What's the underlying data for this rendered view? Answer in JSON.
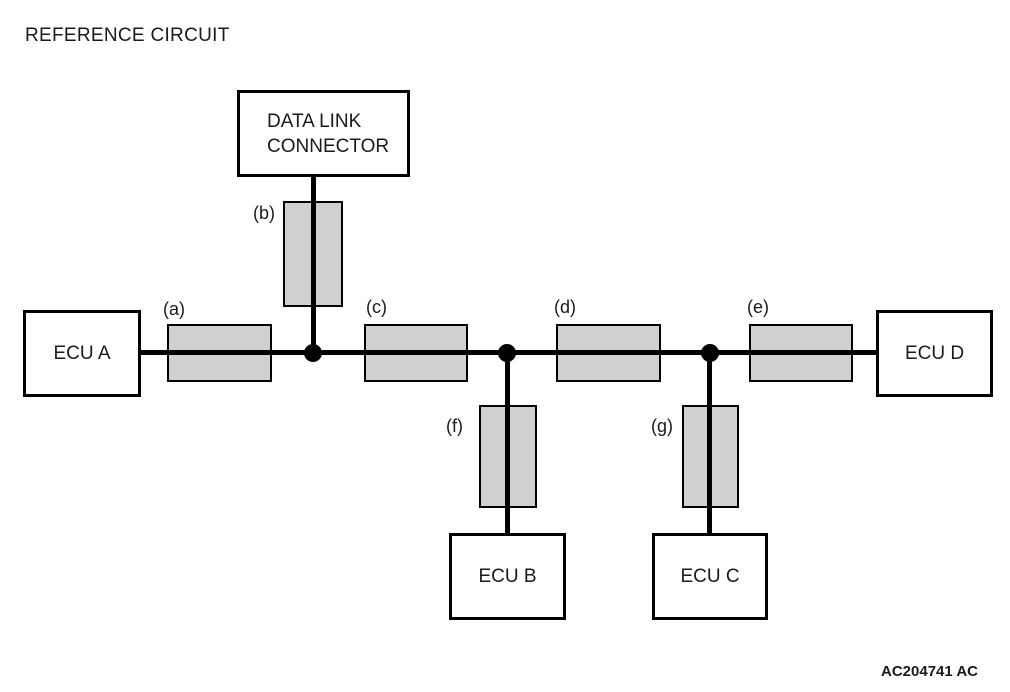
{
  "title": "REFERENCE CIRCUIT",
  "footer_code": "AC204741 AC",
  "colors": {
    "line": "#000000",
    "segment_fill": "#d0d0d0",
    "background": "#ffffff"
  },
  "boxes": {
    "data_link_connector": {
      "label": "DATA LINK\nCONNECTOR"
    },
    "ecu_a": {
      "label": "ECU A"
    },
    "ecu_b": {
      "label": "ECU B"
    },
    "ecu_c": {
      "label": "ECU C"
    },
    "ecu_d": {
      "label": "ECU D"
    }
  },
  "segments": {
    "a": {
      "label": "(a)",
      "orientation": "horizontal"
    },
    "b": {
      "label": "(b)",
      "orientation": "vertical"
    },
    "c": {
      "label": "(c)",
      "orientation": "horizontal"
    },
    "d": {
      "label": "(d)",
      "orientation": "horizontal"
    },
    "e": {
      "label": "(e)",
      "orientation": "horizontal"
    },
    "f": {
      "label": "(f)",
      "orientation": "vertical"
    },
    "g": {
      "label": "(g)",
      "orientation": "vertical"
    }
  },
  "junction_count": 3
}
